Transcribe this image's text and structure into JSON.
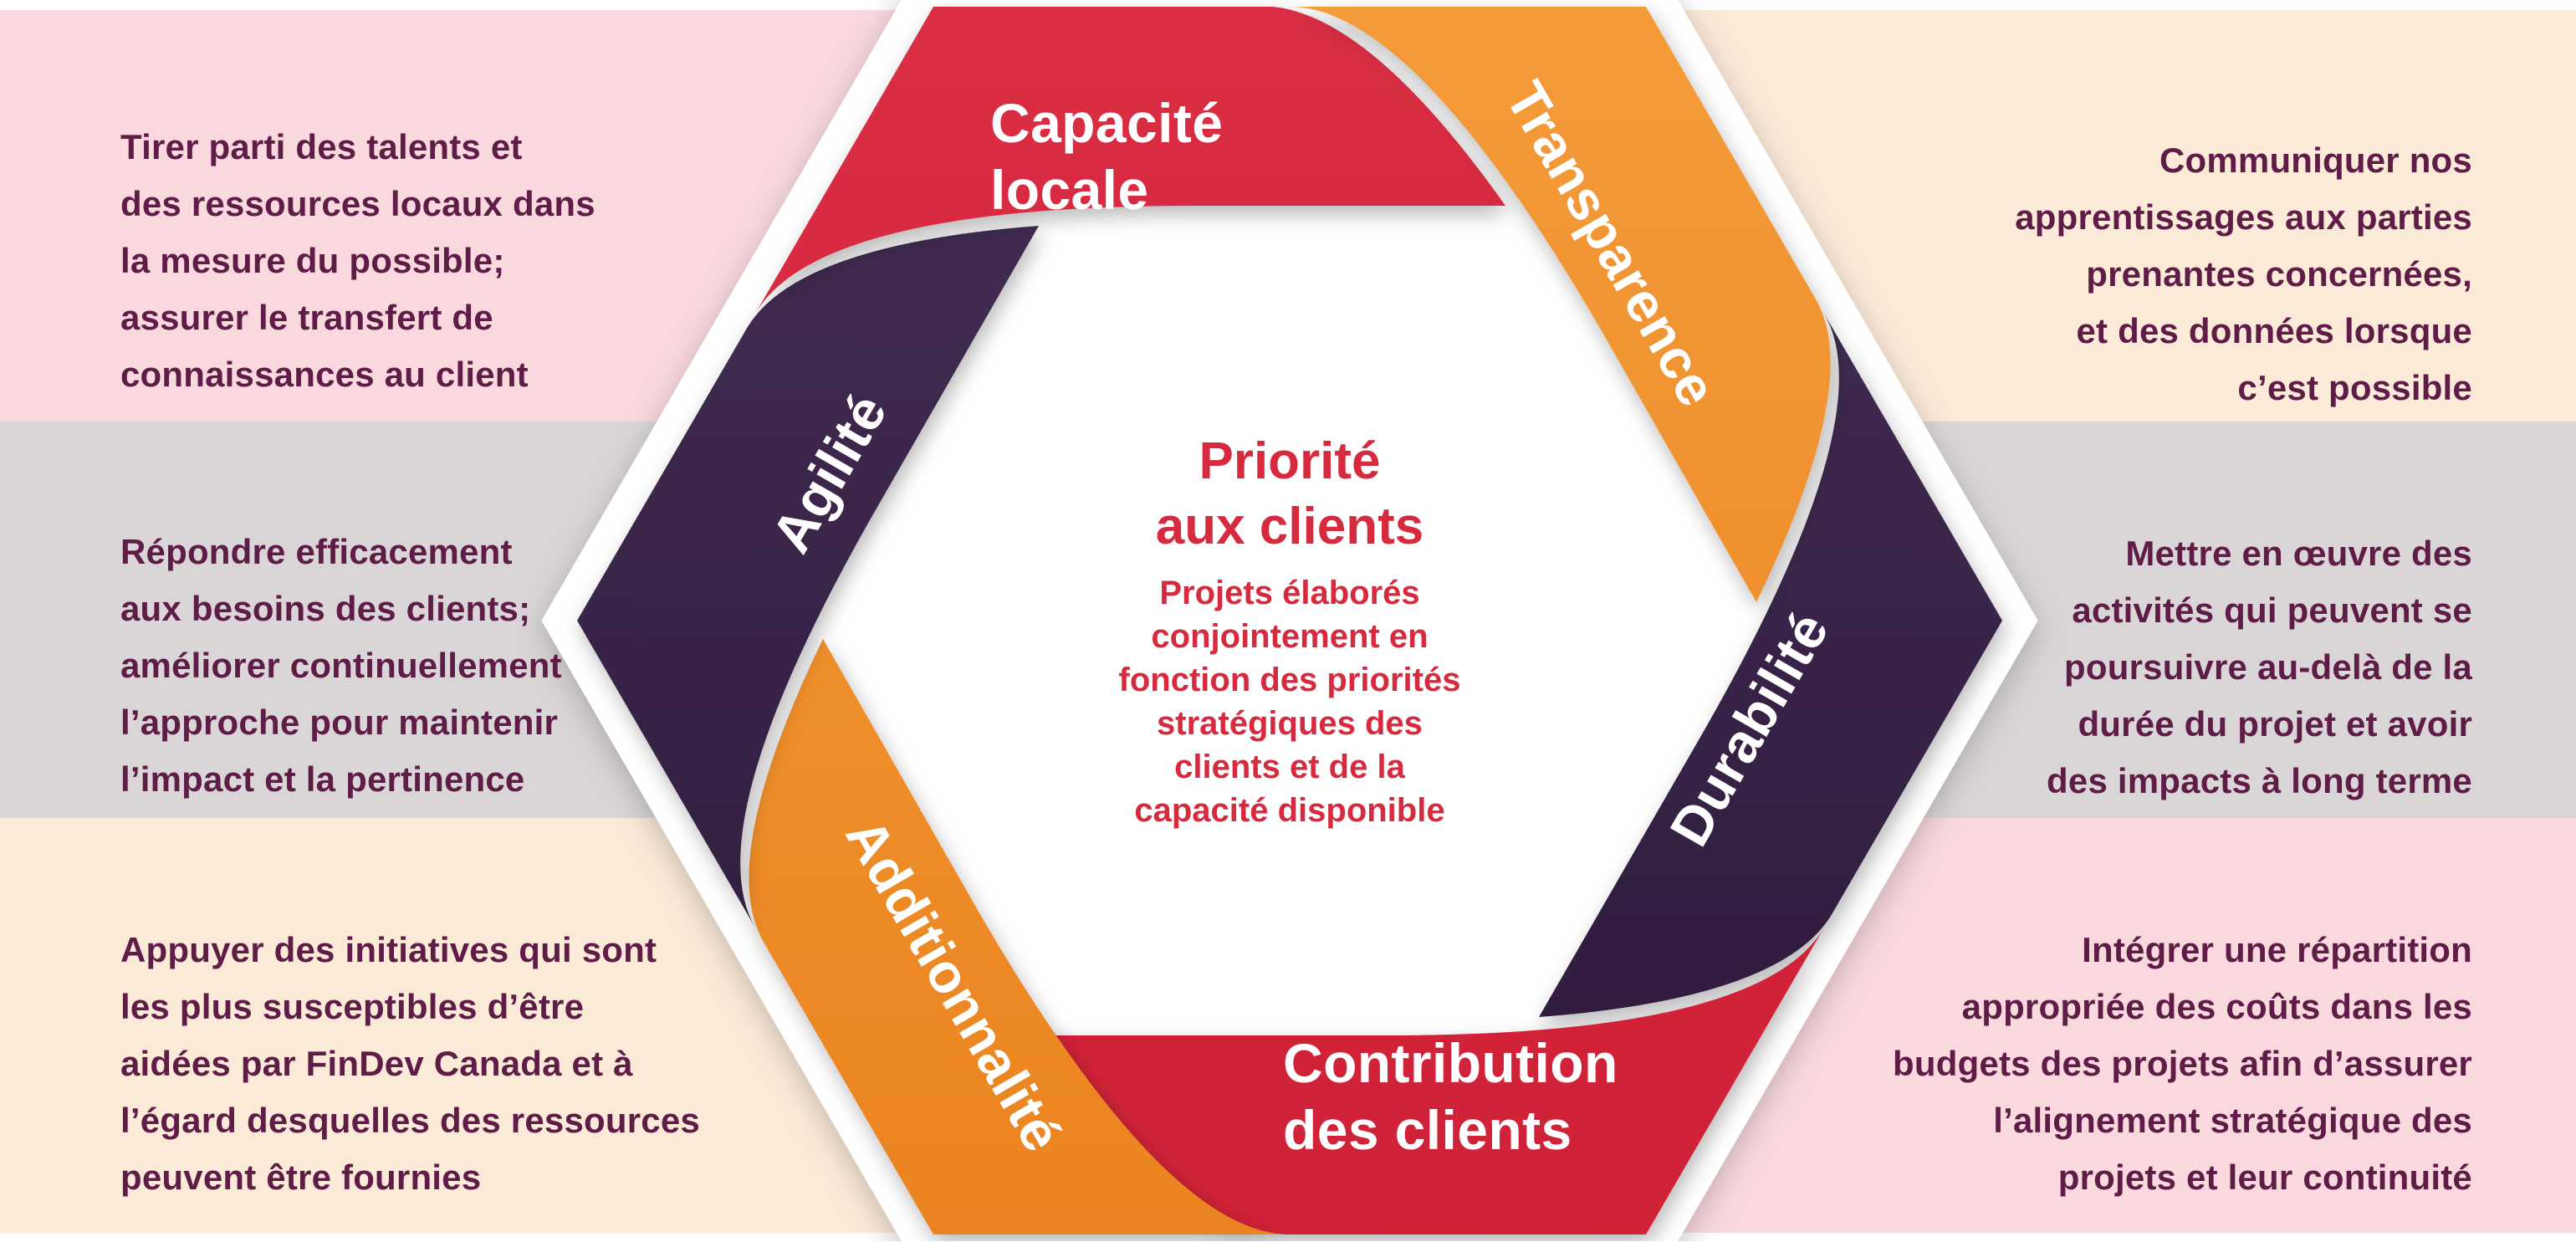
{
  "diagram": {
    "title_hint": "FinDev Canada — Priorité aux clients (client-first) hexagon ribbon diagram",
    "center": {
      "title": "Priorité\naux clients",
      "body": "Projets élaborés\nconjointement en\nfonction des priorités\nstratégiques des\nclients et de la\ncapacité disponible"
    },
    "bands": [
      {
        "id": "capacite-locale",
        "label": "Capacité\nlocale",
        "color": "#d5293e",
        "position": "top"
      },
      {
        "id": "transparence",
        "label": "Transparence",
        "color": "#f0902c",
        "position": "upper-right"
      },
      {
        "id": "durabilite",
        "label": "Durabilité",
        "color": "#362145",
        "position": "lower-right"
      },
      {
        "id": "contribution-des-clients",
        "label": "Contribution\ndes clients",
        "color": "#d5293e",
        "position": "bottom"
      },
      {
        "id": "additionnalite",
        "label": "Additionnalité",
        "color": "#f0902c",
        "position": "lower-left"
      },
      {
        "id": "agilite",
        "label": "Agilité",
        "color": "#362145",
        "position": "upper-left"
      }
    ],
    "notes": {
      "top_left": "Tirer parti des talents et\ndes ressources locaux dans\nla mesure du possible;\nassurer le transfert de\nconnaissances au client",
      "middle_left": "Répondre efficacement\naux besoins des clients;\naméliorer continuellement\nl’approche pour maintenir\nl’impact et la pertinence",
      "bottom_left": "Appuyer des initiatives qui sont\nles plus susceptibles d’être\naidées par FinDev Canada et à\nl’égard desquelles des ressources\npeuvent être fournies",
      "top_right": "Communiquer nos\napprentissages aux parties\nprenantes concernées,\net des données lorsque\nc’est possible",
      "middle_right": "Mettre en œuvre des\nactivités qui peuvent se\npoursuivre au-delà de la\ndurée du projet et avoir\ndes impacts à long terme",
      "bottom_right": "Intégrer une répartition\nappropriée des coûts dans les\nbudgets des projets afin d’assurer\nl’alignement stratégique des\nprojets et leur continuité"
    },
    "colors": {
      "band_red": "#d5293e",
      "band_orange": "#f0902c",
      "band_purple": "#362145",
      "note_text": "#5e1c47",
      "center_text": "#d62b3e",
      "bg_pink": "#f9d9de",
      "bg_gray": "#dad6d8",
      "bg_peach": "#fcead9",
      "plate_white": "#ffffff"
    }
  }
}
